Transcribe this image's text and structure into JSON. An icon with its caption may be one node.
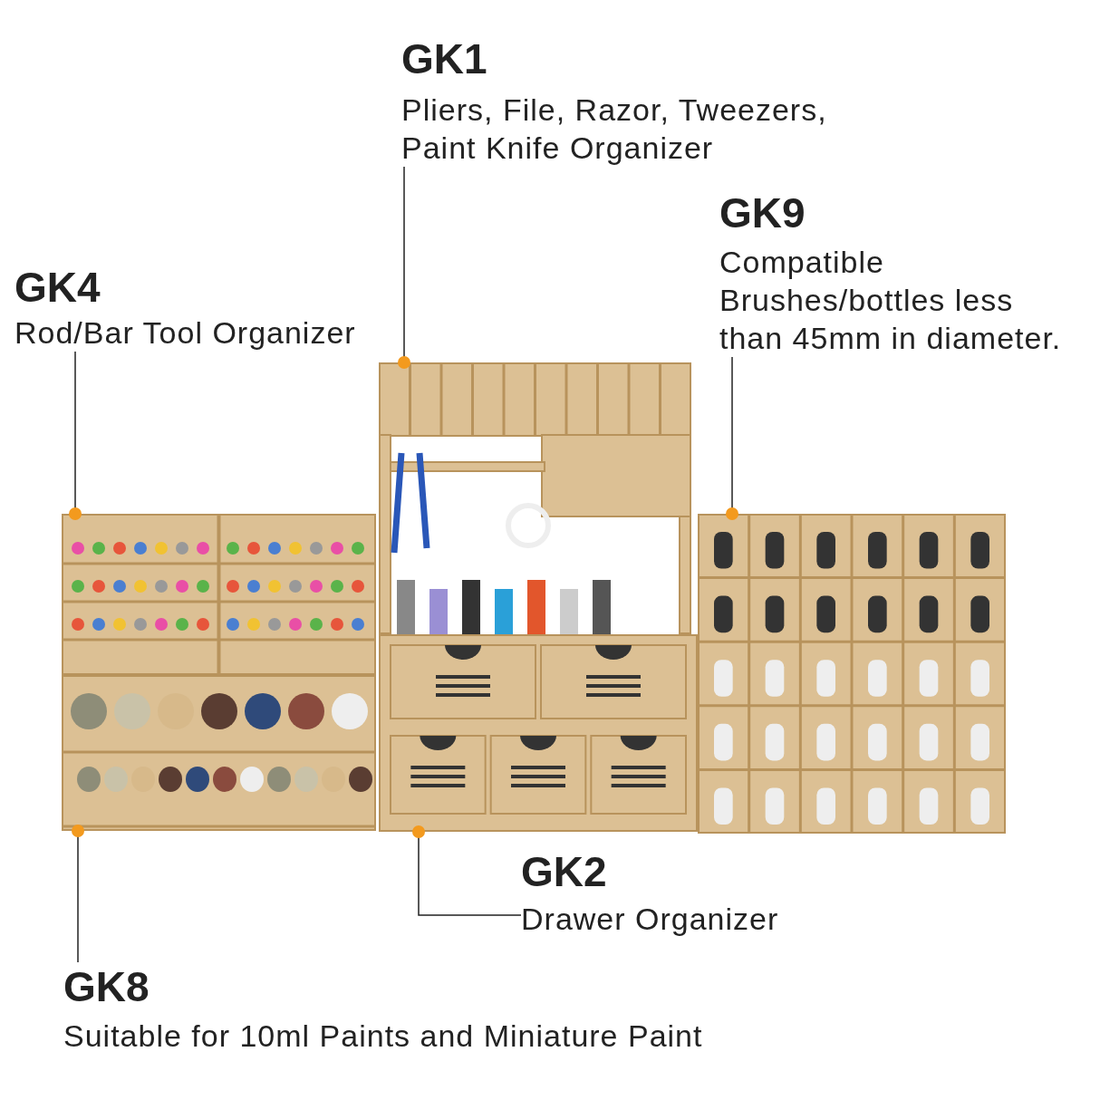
{
  "diagram": {
    "nodes": [
      {
        "text": [
          "GK1",
          "Pliers, File, Razor, Tweezers, Paint Knife Organizer"
        ]
      },
      {
        "text": [
          "GK9",
          "Compatible Brushes/bottles less than 45mm in diameter."
        ]
      },
      {
        "text": [
          "GK4",
          "Rod/Bar Tool Organizer"
        ]
      },
      {
        "text": [
          "GK8",
          "Suitable for 10ml Paints and Miniature Paint"
        ]
      },
      {
        "text": [
          "GK2",
          "Drawer Organizer"
        ]
      },
      {
        "text": [],
        "shape": "picture"
      },
      {
        "text": [],
        "shape": "picture"
      },
      {
        "text": [],
        "shape": "picture"
      },
      {
        "text": [],
        "shape": "picture"
      },
      {
        "text": [],
        "shape": "picture"
      }
    ],
    "edges": [
      {
        "from": 0,
        "to": 5,
        "arrow": "other"
      },
      {
        "from": 1,
        "to": 6,
        "arrow": "other"
      },
      {
        "from": 2,
        "to": 7,
        "arrow": "other"
      },
      {
        "from": 3,
        "to": 8,
        "arrow": "other"
      },
      {
        "from": 4,
        "to": 9,
        "arrow": "other"
      }
    ]
  }
}
